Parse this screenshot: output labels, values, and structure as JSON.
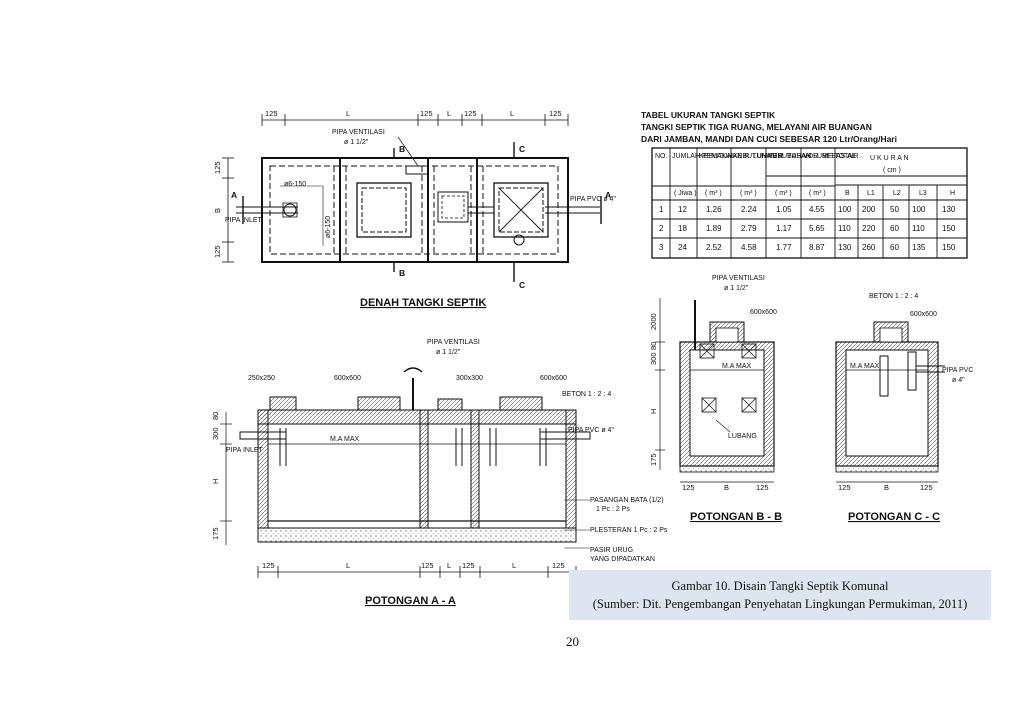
{
  "plan": {
    "title": "DENAH TANGKI SEPTIK",
    "top_dims": [
      "125",
      "L",
      "125",
      "L",
      "125",
      "L",
      "125"
    ],
    "side_dims": [
      "125",
      "B",
      "125"
    ],
    "pipa_ventilasi": "PIPA VENTILASI",
    "ventilasi_size": "ø 1 1/2\"",
    "pipa_inlet": "PIPA INLET",
    "pipa_pvc": "PIPA PVC ø 4\"",
    "rebar": "ø6-150",
    "section_marks": [
      "A",
      "B",
      "C"
    ]
  },
  "table": {
    "title": [
      "TABEL UKURAN TANGKI SEPTIK",
      "TANGKI SEPTIK TIGA RUANG, MELAYANI AIR BUANGAN",
      "DARI JAMBAN, MANDI DAN CUCI SEBESAR 120 Ltr/Orang/Hari"
    ],
    "head": [
      "NO.",
      "JUMLAH PEMAKAI",
      "KEBUTUHAN R. LUMPUR",
      "KEBUTUHAN R. BASAH",
      "KEBUTUHAN R. BEBAS AIR",
      "VOLUME TOTAL",
      "U K U R A N"
    ],
    "ukuran_unit": "( cm )",
    "units": [
      "( Jiwa )",
      "( m³ )",
      "( m³ )",
      "( m³ )",
      "( m³ )"
    ],
    "sub": [
      "B",
      "L1",
      "L2",
      "L3",
      "H"
    ],
    "rows": [
      [
        "1",
        "12",
        "1.26",
        "2.24",
        "1.05",
        "4.55",
        "100",
        "200",
        "50",
        "100",
        "130"
      ],
      [
        "2",
        "18",
        "1.89",
        "2.79",
        "1.17",
        "5.65",
        "110",
        "220",
        "60",
        "110",
        "150"
      ],
      [
        "3",
        "24",
        "2.52",
        "4.58",
        "1.77",
        "8.87",
        "130",
        "260",
        "60",
        "135",
        "150"
      ]
    ]
  },
  "section_aa": {
    "title": "POTONGAN A - A",
    "pipa_ventilasi": "PIPA VENTILASI",
    "ventilasi_size": "ø 1 1/2\"",
    "sizes": [
      "250x250",
      "600x600",
      "300x300",
      "600x600"
    ],
    "beton": "BETON 1 : 2 : 4",
    "pipa_pvc": "PIPA PVC ø 4\"",
    "pipa_inlet": "PIPA INLET",
    "ma_max": "M.A MAX",
    "pasangan": [
      "PASANGAN BATA (1/2)",
      "1 Pc : 2 Ps"
    ],
    "plesteran": "PLESTERAN 1 Pc : 2 Ps",
    "pasir": [
      "PASIR URUG",
      "YANG DIPADATKAN"
    ],
    "bottom_dims": [
      "125",
      "L",
      "125",
      "L",
      "125",
      "L",
      "125"
    ],
    "side_dims": [
      "300",
      "80",
      "H",
      "175"
    ]
  },
  "section_bb": {
    "title": "POTONGAN B - B",
    "pipa_ventilasi": "PIPA VENTILASI",
    "ventilasi_size": "ø 1 1/2\"",
    "size": "600x600",
    "ma_max": "M.A MAX",
    "lubang": "LUBANG",
    "dims": [
      "125",
      "B",
      "125"
    ],
    "side_dims": [
      "2000",
      "300",
      "80",
      "H",
      "175"
    ]
  },
  "section_cc": {
    "title": "POTONGAN C - C",
    "beton": "BETON 1 : 2 : 4",
    "size": "600x600",
    "ma_max": "M.A MAX",
    "pipa_pvc": "PIPA PVC",
    "pvc_size": "ø 4\"",
    "dims": [
      "125",
      "B",
      "125"
    ]
  },
  "caption": {
    "line1": "Gambar 10. Disain Tangki Septik Komunal",
    "line2": "(Sumber: Dit. Pengembangan Penyehatan Lingkungan Permukiman, 2011)"
  },
  "page_number": "20"
}
